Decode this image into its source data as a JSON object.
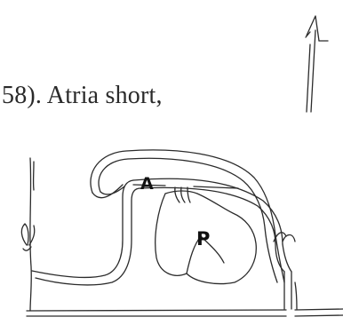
{
  "text": {
    "body_line": "58).  Atria short,"
  },
  "labels": {
    "atrium": "A",
    "pouch": "P"
  }
}
